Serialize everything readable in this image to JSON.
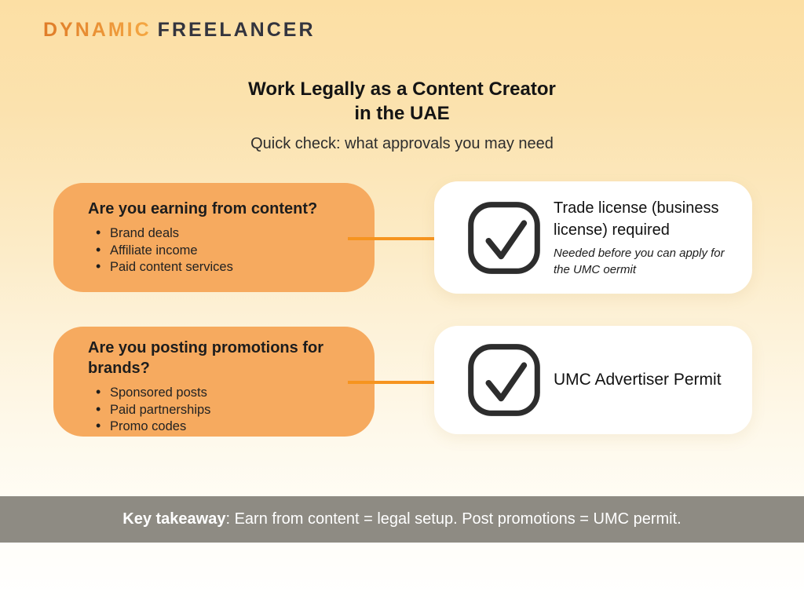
{
  "logo": {
    "part1": "DYNAMIC",
    "part2": "FREELANCER"
  },
  "header": {
    "title_line1": "Work Legally as a Content Creator",
    "title_line2": "in the UAE",
    "subtitle": "Quick check: what approvals you may need"
  },
  "rows": [
    {
      "question": {
        "heading": "Are you earning from content?",
        "bullets": [
          "Brand deals",
          "Affiliate income",
          "Paid content services"
        ]
      },
      "answer": {
        "title": "Trade license (business license) required",
        "note": "Needed before you can apply for the UMC oermit"
      }
    },
    {
      "question": {
        "heading": "Are you posting promotions for brands?",
        "bullets": [
          "Sponsored posts",
          "Paid partnerships",
          "Promo codes"
        ]
      },
      "answer": {
        "title": "UMC Advertiser Permit"
      }
    }
  ],
  "footer": {
    "label": "Key takeaway",
    "text": ": Earn from content = legal setup. Post promotions = UMC permit."
  },
  "colors": {
    "background_top": "#fcdfa4",
    "background_bottom": "#ffffff",
    "question_box_orange": "#f6aa5f",
    "arrow_orange": "#f6941f",
    "logo_orange": "#ee8d2b",
    "logo_dark": "#33343e",
    "footer_gray": "#8e8b83",
    "card_white": "#ffffff",
    "text_dark": "#141414"
  }
}
